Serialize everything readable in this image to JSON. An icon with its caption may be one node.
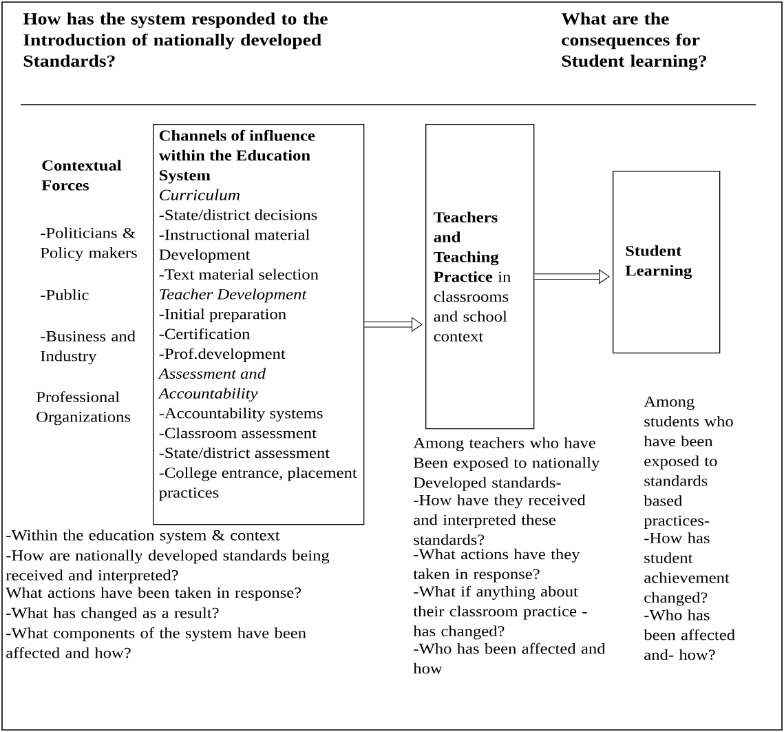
{
  "diagram": {
    "nodes": [
      {
        "text": [
          "Channels of influence within the Education System",
          "Curriculum",
          "-State/district decisions",
          "-Instructional material Development",
          "-Text material selection",
          "Teacher Development",
          "-Initial preparation",
          "-Certification",
          "-Prof.development",
          "Assessment and Accountability",
          "-Accountability systems",
          "-Classroom assessment",
          "-State/district assessment",
          "-College entrance, placement practices"
        ]
      },
      {
        "text": [
          "**Teachers and Teaching Practice** in classrooms and school context"
        ]
      },
      {
        "text": [
          "Student Learning"
        ]
      }
    ],
    "edges": [
      {
        "from": 0,
        "to": 1,
        "arrow": "to"
      },
      {
        "from": 1,
        "to": 2,
        "arrow": "to"
      }
    ],
    "labels": [
      "How has the system responded to the Introduction of nationally developed Standards?",
      "What are the consequences for Student learning?",
      "Contextual Forces",
      "-Politicians & Policy makers",
      "-Public",
      "-Business and Industry",
      "Professional Organizations",
      "-Within the education system & context",
      "-How are nationally developed standards being received and interpreted?",
      "What actions have been taken in response?",
      "-What has changed as a result?",
      "-What components of the system have been affected and how?",
      "Among teachers who have Been exposed to nationally Developed standards-",
      "-How have they received and interpreted these standards?",
      "-What actions have they taken in response?",
      "-What if anything about their classroom practice -has changed?",
      "-Who has been affected and how",
      "Among students who have been exposed to standards based practices-",
      "-How has student achievement changed?",
      "-Who has been affected and- how?"
    ]
  }
}
